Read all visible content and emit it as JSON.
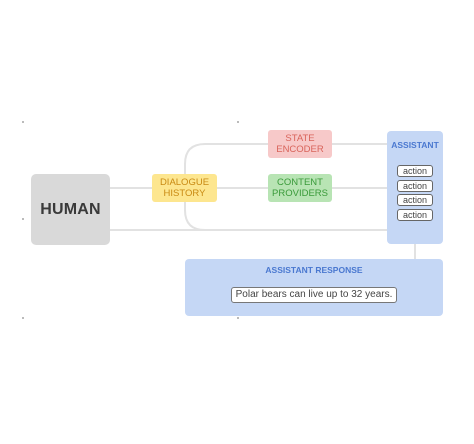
{
  "human": {
    "label": "HUMAN"
  },
  "dialogue_history": {
    "line1": "DIALOGUE",
    "line2": "HISTORY"
  },
  "state_encoder": {
    "line1": "STATE",
    "line2": "ENCODER"
  },
  "content_providers": {
    "line1": "CONTENT",
    "line2": "PROVIDERS"
  },
  "assistant": {
    "title": "ASSISTANT",
    "actions": [
      "action",
      "action",
      "action",
      "action"
    ]
  },
  "assistant_response": {
    "title": "ASSISTANT RESPONSE",
    "message": "Polar bears can live up to 32 years."
  },
  "colors": {
    "human_fill": "#d9d9d9",
    "dialogue_fill": "#fde68f",
    "state_fill": "#f7c9c9",
    "content_fill": "#b8e4b4",
    "assistant_fill": "#c5d7f5",
    "connector": "#e2e2e2"
  }
}
